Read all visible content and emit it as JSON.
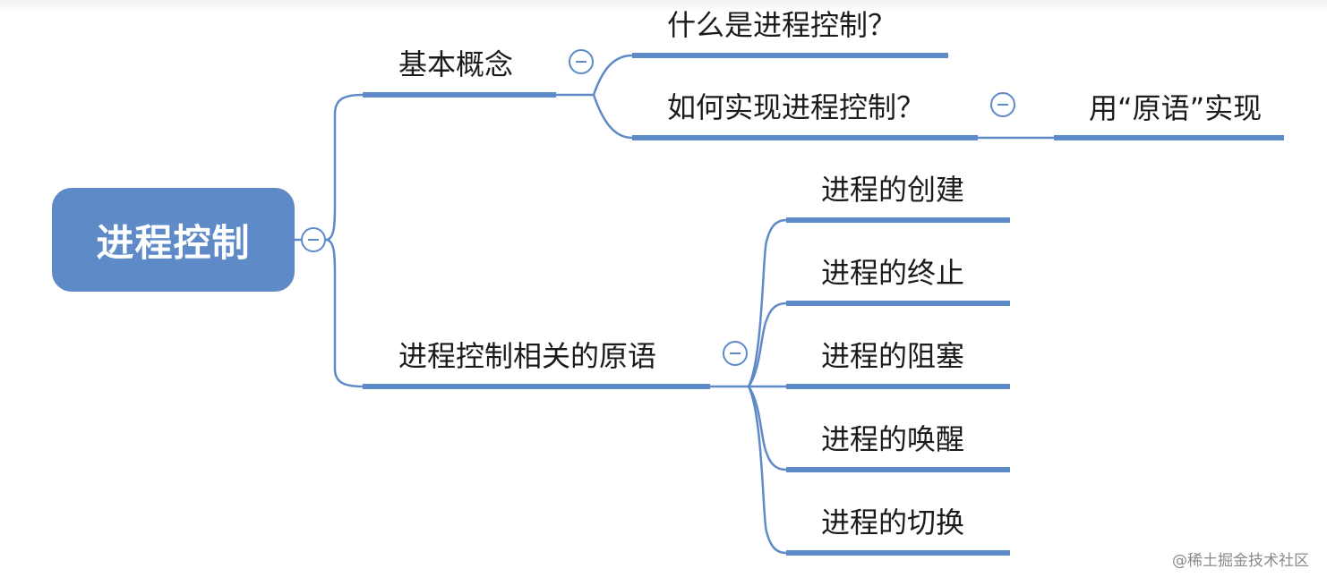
{
  "colors": {
    "accent": "#5f8ac8",
    "text": "#1b1b1b",
    "background": "#ffffff",
    "watermark": "#8a8a8a"
  },
  "icons": {
    "collapse": "minus-circle-icon"
  },
  "root": {
    "label": "进程控制"
  },
  "branches": {
    "concept": {
      "label": "基本概念",
      "children": [
        {
          "label": "什么是进程控制？"
        },
        {
          "label": "如何实现进程控制？",
          "children": [
            {
              "label": "用“原语”实现"
            }
          ]
        }
      ]
    },
    "primitives": {
      "label": "进程控制相关的原语",
      "children": [
        {
          "label": "进程的创建"
        },
        {
          "label": "进程的终止"
        },
        {
          "label": "进程的阻塞"
        },
        {
          "label": "进程的唤醒"
        },
        {
          "label": "进程的切换"
        }
      ]
    }
  },
  "watermark": "@稀土掘金技术社区"
}
